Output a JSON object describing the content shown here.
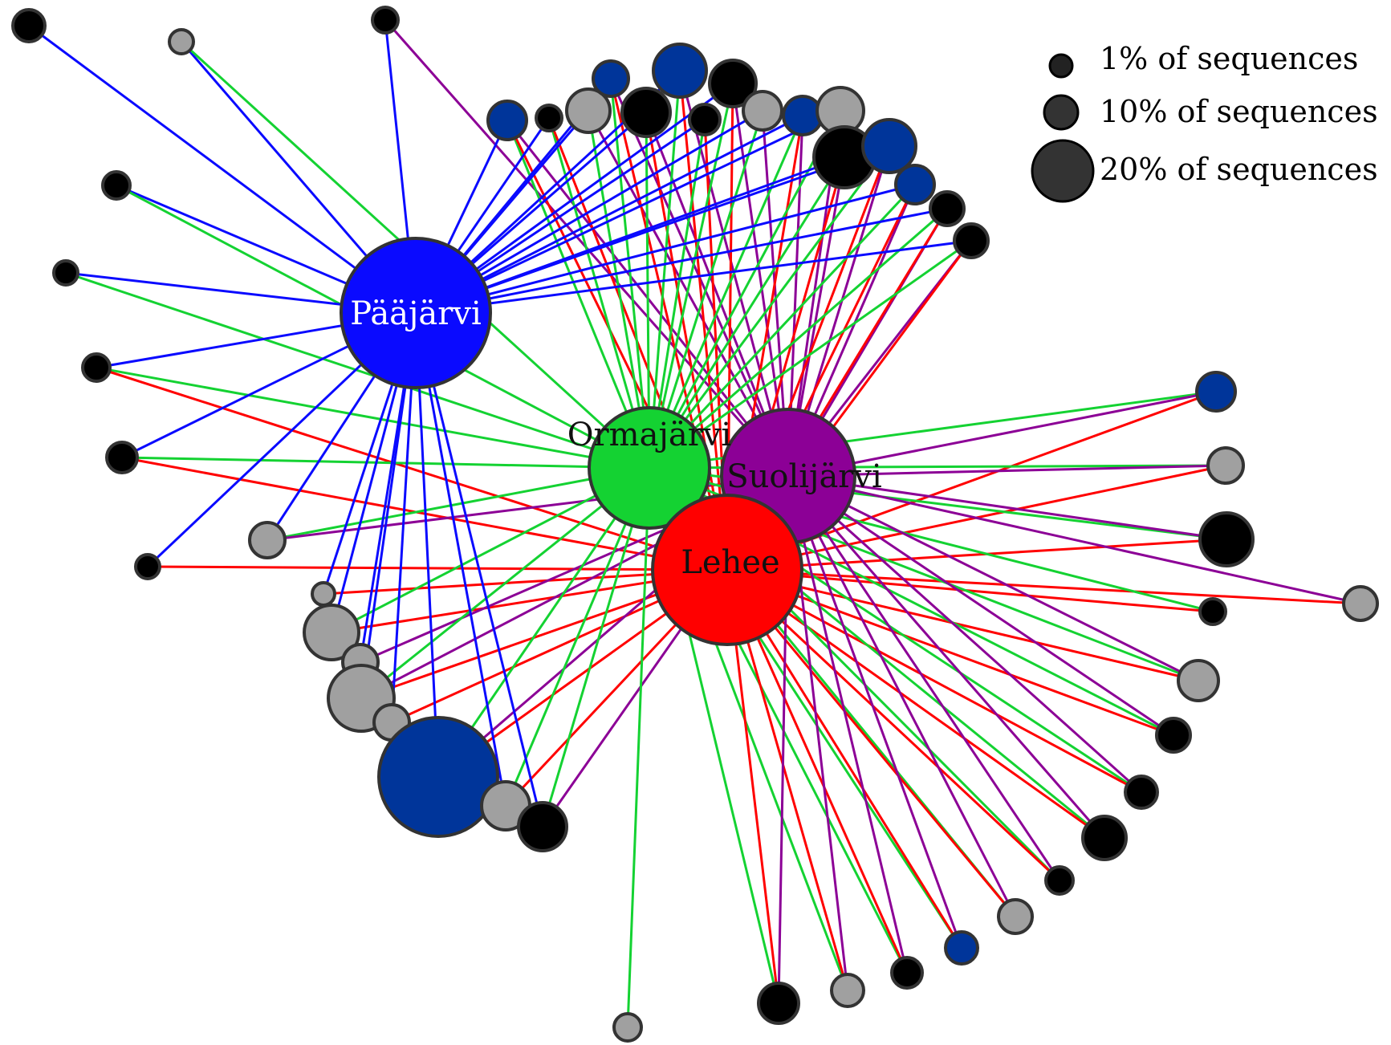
{
  "colors": {
    "paajarvi": "#0a0aff",
    "ormajarvi": "#14d232",
    "suolijarvi": "#8c0096",
    "lehee": "#ff0000",
    "node_black": "#000000",
    "node_gray": "#a0a0a0",
    "node_navy": "#00359a",
    "stroke": "#333333"
  },
  "hubs": [
    {
      "id": "paajarvi",
      "label": "Pääjärvi",
      "text_color": "#ffffff"
    },
    {
      "id": "ormajarvi",
      "label": "Ormajärvi",
      "text_color": "#111111"
    },
    {
      "id": "suolijarvi",
      "label": "Suolijärvi",
      "text_color": "#111111"
    },
    {
      "id": "lehee",
      "label": "Lehee",
      "text_color": "#111111"
    }
  ],
  "legend": [
    {
      "label": "1% of sequences",
      "percent": 1
    },
    {
      "label": "10% of sequences",
      "percent": 10
    },
    {
      "label": "20% of sequences",
      "percent": 20
    }
  ]
}
